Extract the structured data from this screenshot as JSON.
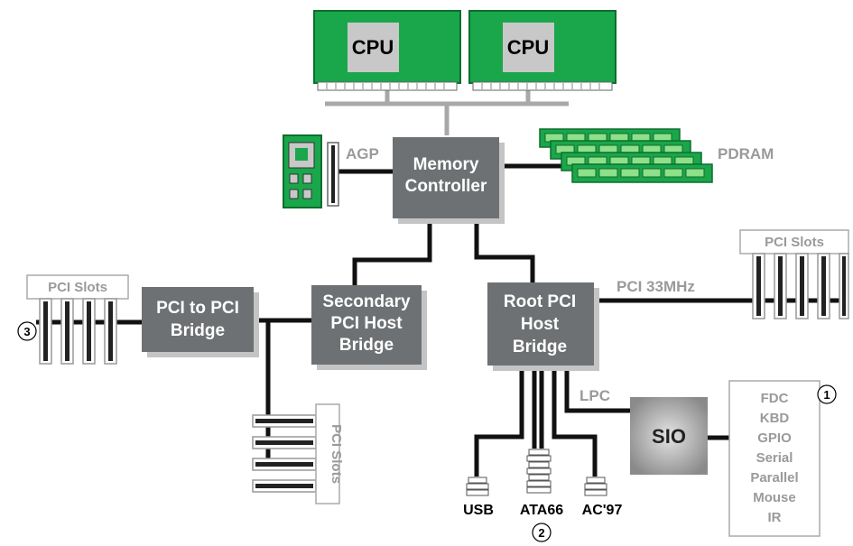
{
  "cpus": [
    {
      "label": "CPU"
    },
    {
      "label": "CPU"
    }
  ],
  "memory_controller": {
    "line1": "Memory",
    "line2": "Controller"
  },
  "agp": {
    "label": "AGP"
  },
  "pdram": {
    "label": "PDRAM"
  },
  "secondary_bridge": {
    "line1": "Secondary",
    "line2": "PCI Host",
    "line3": "Bridge"
  },
  "root_bridge": {
    "line1": "Root PCI",
    "line2": "Host",
    "line3": "Bridge"
  },
  "pci_to_pci": {
    "line1": "PCI to PCI",
    "line2": "Bridge"
  },
  "pci_bus": {
    "label": "PCI 33MHz"
  },
  "pci_slots_right": {
    "label": "PCI Slots"
  },
  "pci_slots_left": {
    "label": "PCI Slots"
  },
  "pci_slots_bottom": {
    "label": "PCI Slots"
  },
  "lpc": {
    "label": "LPC"
  },
  "sio": {
    "label": "SIO"
  },
  "sio_functions": [
    "FDC",
    "KBD",
    "GPIO",
    "Serial",
    "Parallel",
    "Mouse",
    "IR"
  ],
  "connectors": {
    "usb": "USB",
    "ata": "ATA66",
    "ac97": "AC'97"
  },
  "callouts": {
    "one": "1",
    "two": "2",
    "three": "3"
  },
  "colors": {
    "box_gray": "#6e7173",
    "box_shadow": "#c4c4c4",
    "green": "#1aa64a",
    "slot_gray": "#b4b4b4",
    "label_gray": "#9a9a9a"
  }
}
